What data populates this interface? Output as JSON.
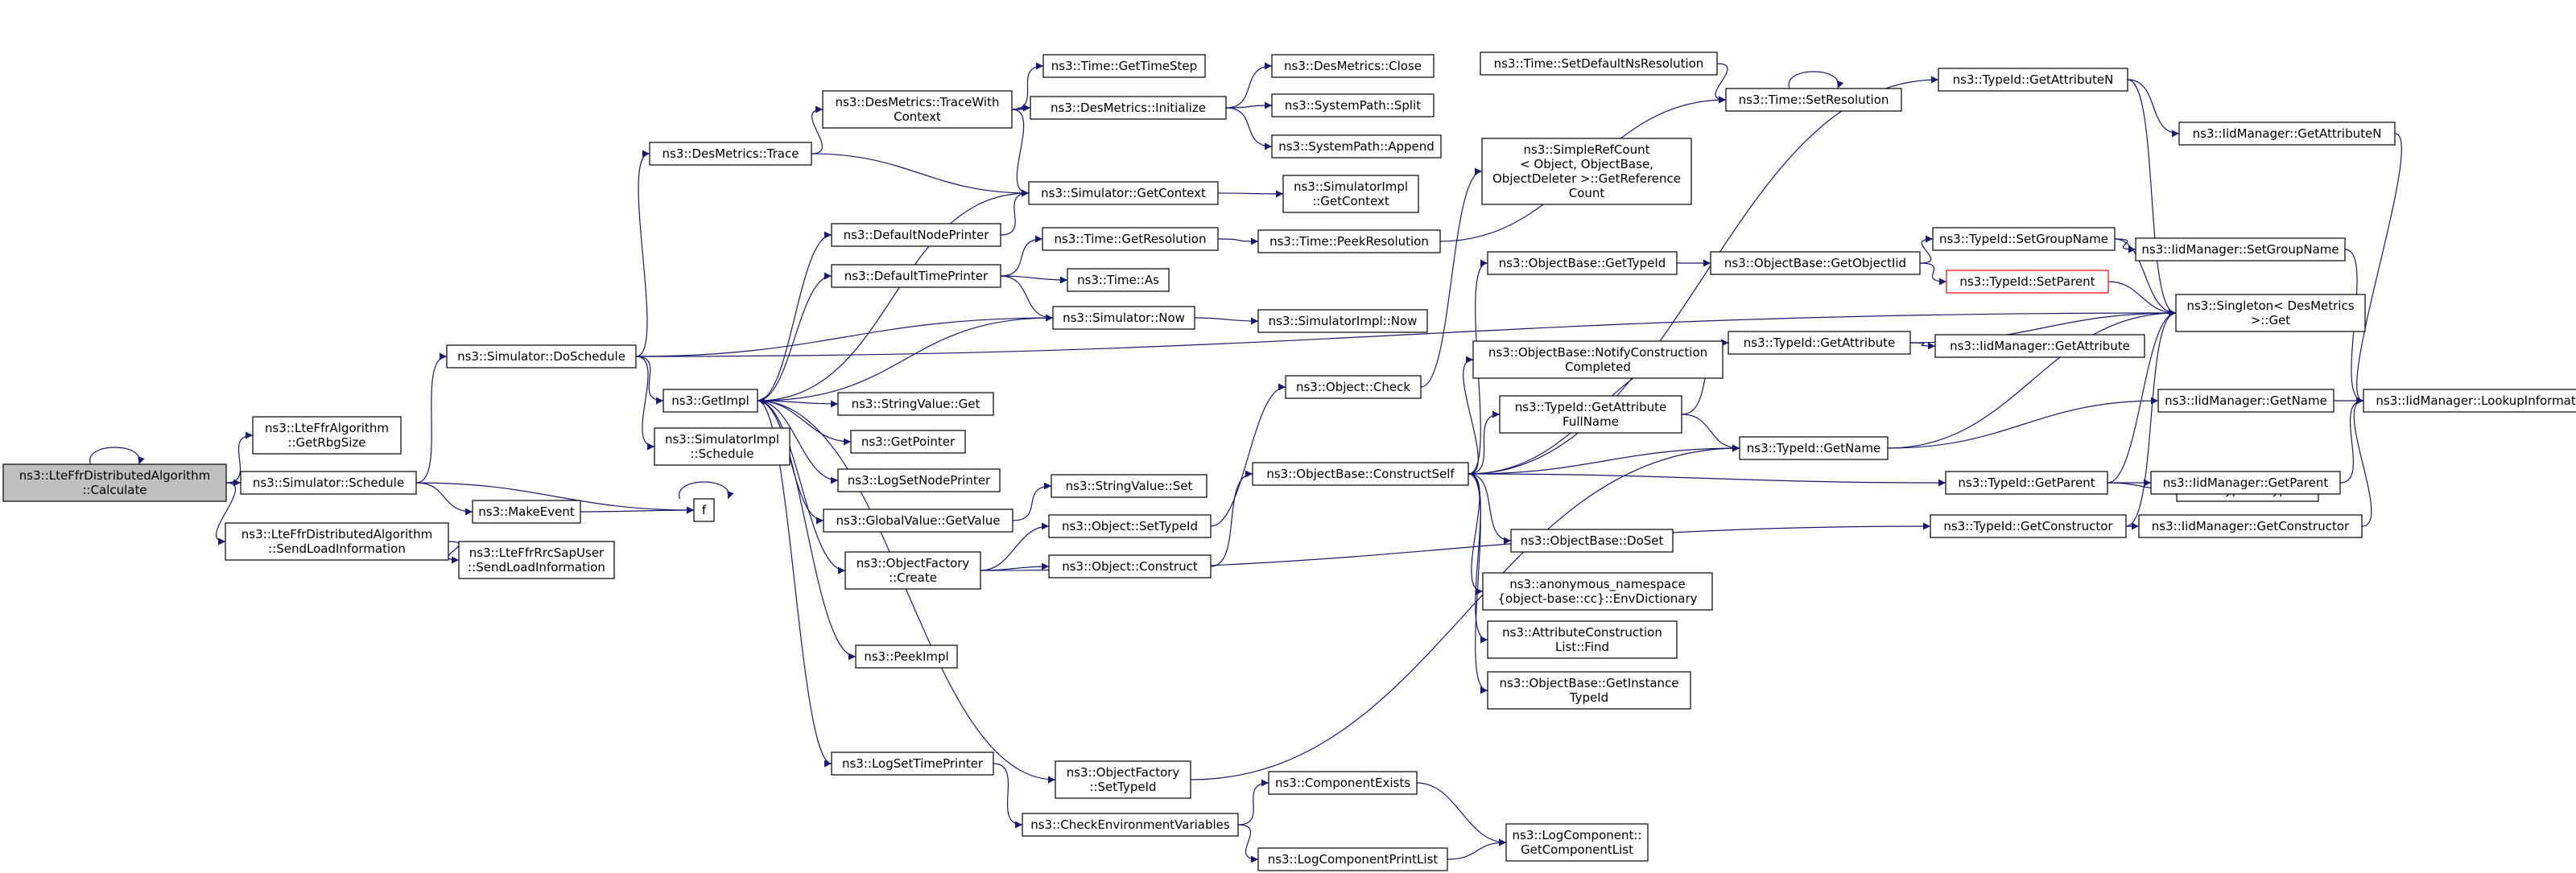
{
  "nodes": [
    {
      "id": "calculate",
      "lines": [
        "ns3::LteFfrDistributedAlgorithm",
        "::Calculate"
      ],
      "style": "root"
    },
    {
      "id": "getrbgsize",
      "lines": [
        "ns3::LteFfrAlgorithm",
        "::GetRbgSize"
      ]
    },
    {
      "id": "schedule",
      "lines": [
        "ns3::Simulator::Schedule"
      ]
    },
    {
      "id": "sendload",
      "lines": [
        "ns3::LteFfrDistributedAlgorithm",
        "::SendLoadInformation"
      ]
    },
    {
      "id": "doschedule",
      "lines": [
        "ns3::Simulator::DoSchedule"
      ]
    },
    {
      "id": "makeevent",
      "lines": [
        "ns3::MakeEvent"
      ]
    },
    {
      "id": "f",
      "lines": [
        "f"
      ]
    },
    {
      "id": "rrcsapsend",
      "lines": [
        "ns3::LteFfrRrcSapUser",
        "::SendLoadInformation"
      ]
    },
    {
      "id": "destrace",
      "lines": [
        "ns3::DesMetrics::Trace"
      ]
    },
    {
      "id": "getimpl",
      "lines": [
        "ns3::GetImpl"
      ]
    },
    {
      "id": "simimplschedule",
      "lines": [
        "ns3::SimulatorImpl",
        "::Schedule"
      ]
    },
    {
      "id": "tracewith",
      "lines": [
        "ns3::DesMetrics::TraceWith",
        "Context"
      ]
    },
    {
      "id": "getcontext",
      "lines": [
        "ns3::Simulator::GetContext"
      ]
    },
    {
      "id": "gettimestep",
      "lines": [
        "ns3::Time::GetTimeStep"
      ]
    },
    {
      "id": "desinit",
      "lines": [
        "ns3::DesMetrics::Initialize"
      ]
    },
    {
      "id": "desclose",
      "lines": [
        "ns3::DesMetrics::Close"
      ]
    },
    {
      "id": "split",
      "lines": [
        "ns3::SystemPath::Split"
      ]
    },
    {
      "id": "append",
      "lines": [
        "ns3::SystemPath::Append"
      ]
    },
    {
      "id": "simimplgetcontext",
      "lines": [
        "ns3::SimulatorImpl",
        "::GetContext"
      ]
    },
    {
      "id": "defaultnode",
      "lines": [
        "ns3::DefaultNodePrinter"
      ]
    },
    {
      "id": "defaulttime",
      "lines": [
        "ns3::DefaultTimePrinter"
      ]
    },
    {
      "id": "getres",
      "lines": [
        "ns3::Time::GetResolution"
      ]
    },
    {
      "id": "peekres",
      "lines": [
        "ns3::Time::PeekResolution"
      ]
    },
    {
      "id": "timeas",
      "lines": [
        "ns3::Time::As"
      ]
    },
    {
      "id": "simnow",
      "lines": [
        "ns3::Simulator::Now"
      ]
    },
    {
      "id": "simimplnow",
      "lines": [
        "ns3::SimulatorImpl::Now"
      ]
    },
    {
      "id": "strget",
      "lines": [
        "ns3::StringValue::Get"
      ]
    },
    {
      "id": "getpointer",
      "lines": [
        "ns3::GetPointer"
      ]
    },
    {
      "id": "logsetnode",
      "lines": [
        "ns3::LogSetNodePrinter"
      ]
    },
    {
      "id": "globalget",
      "lines": [
        "ns3::GlobalValue::GetValue"
      ]
    },
    {
      "id": "strset",
      "lines": [
        "ns3::StringValue::Set"
      ]
    },
    {
      "id": "objfactcreate",
      "lines": [
        "ns3::ObjectFactory",
        "::Create"
      ]
    },
    {
      "id": "objsettypeid",
      "lines": [
        "ns3::Object::SetTypeId"
      ]
    },
    {
      "id": "objconstruct",
      "lines": [
        "ns3::Object::Construct"
      ]
    },
    {
      "id": "peekimpl",
      "lines": [
        "ns3::PeekImpl"
      ]
    },
    {
      "id": "logsettime",
      "lines": [
        "ns3::LogSetTimePrinter"
      ]
    },
    {
      "id": "objfactsettypeid",
      "lines": [
        "ns3::ObjectFactory",
        "::SetTypeId"
      ]
    },
    {
      "id": "checkenv",
      "lines": [
        "ns3::CheckEnvironmentVariables"
      ]
    },
    {
      "id": "compexists",
      "lines": [
        "ns3::ComponentExists"
      ]
    },
    {
      "id": "logcompprint",
      "lines": [
        "ns3::LogComponentPrintList"
      ]
    },
    {
      "id": "getcomplist",
      "lines": [
        "ns3::LogComponent::",
        "GetComponentList"
      ]
    },
    {
      "id": "objcheck",
      "lines": [
        "ns3::Object::Check"
      ]
    },
    {
      "id": "constructself",
      "lines": [
        "ns3::ObjectBase::ConstructSelf"
      ]
    },
    {
      "id": "setdefaultns",
      "lines": [
        "ns3::Time::SetDefaultNsResolution"
      ]
    },
    {
      "id": "setres",
      "lines": [
        "ns3::Time::SetResolution"
      ]
    },
    {
      "id": "simplerefcount",
      "lines": [
        "ns3::SimpleRefCount",
        "< Object, ObjectBase,",
        "ObjectDeleter >::GetReference",
        "Count"
      ]
    },
    {
      "id": "obgettypeid",
      "lines": [
        "ns3::ObjectBase::GetTypeId"
      ]
    },
    {
      "id": "obgetobjectiid",
      "lines": [
        "ns3::ObjectBase::GetObjectIid"
      ]
    },
    {
      "id": "notifycc",
      "lines": [
        "ns3::ObjectBase::NotifyConstruction",
        "Completed"
      ]
    },
    {
      "id": "getattrfullname",
      "lines": [
        "ns3::TypeId::GetAttribute",
        "FullName"
      ]
    },
    {
      "id": "dosetob",
      "lines": [
        "ns3::ObjectBase::DoSet"
      ]
    },
    {
      "id": "envdict",
      "lines": [
        "ns3::anonymous_namespace",
        "{object-base::cc}::EnvDictionary"
      ]
    },
    {
      "id": "attrcfind",
      "lines": [
        "ns3::AttributeConstruction",
        "List::Find"
      ]
    },
    {
      "id": "getinstancetid",
      "lines": [
        "ns3::ObjectBase::GetInstance",
        "TypeId"
      ]
    },
    {
      "id": "tidgetattr",
      "lines": [
        "ns3::TypeId::GetAttribute"
      ]
    },
    {
      "id": "tidgetname",
      "lines": [
        "ns3::TypeId::GetName"
      ]
    },
    {
      "id": "tidsetgroup",
      "lines": [
        "ns3::TypeId::SetGroupName"
      ]
    },
    {
      "id": "tidsetparent",
      "lines": [
        "ns3::TypeId::SetParent"
      ],
      "style": "red"
    },
    {
      "id": "tidgetattrn",
      "lines": [
        "ns3::TypeId::GetAttributeN"
      ]
    },
    {
      "id": "tidgetparent",
      "lines": [
        "ns3::TypeId::GetParent"
      ]
    },
    {
      "id": "tidgetctor",
      "lines": [
        "ns3::TypeId::GetConstructor"
      ]
    },
    {
      "id": "tidtypeid",
      "lines": [
        "ns3::TypeId::TypeId"
      ]
    },
    {
      "id": "singletonget",
      "lines": [
        "ns3::Singleton< DesMetrics",
        ">::Get"
      ]
    },
    {
      "id": "iidgetattrn",
      "lines": [
        "ns3::IidManager::GetAttributeN"
      ]
    },
    {
      "id": "iidsetgroup",
      "lines": [
        "ns3::IidManager::SetGroupName"
      ]
    },
    {
      "id": "iidgetattr",
      "lines": [
        "ns3::IidManager::GetAttribute"
      ]
    },
    {
      "id": "iidgetname",
      "lines": [
        "ns3::IidManager::GetName"
      ]
    },
    {
      "id": "iidgetparent",
      "lines": [
        "ns3::IidManager::GetParent"
      ]
    },
    {
      "id": "iidgetctor",
      "lines": [
        "ns3::IidManager::GetConstructor"
      ]
    },
    {
      "id": "iidlookup",
      "lines": [
        "ns3::IidManager::LookupInformation"
      ]
    }
  ],
  "edges": [
    [
      "calculate",
      "calculate"
    ],
    [
      "calculate",
      "getrbgsize"
    ],
    [
      "calculate",
      "schedule"
    ],
    [
      "calculate",
      "sendload"
    ],
    [
      "schedule",
      "doschedule"
    ],
    [
      "schedule",
      "makeevent"
    ],
    [
      "schedule",
      "f"
    ],
    [
      "makeevent",
      "f"
    ],
    [
      "f",
      "f"
    ],
    [
      "sendload",
      "rrcsapsend"
    ],
    [
      "doschedule",
      "destrace"
    ],
    [
      "doschedule",
      "getimpl"
    ],
    [
      "doschedule",
      "simimplschedule"
    ],
    [
      "doschedule",
      "simnow"
    ],
    [
      "doschedule",
      "singletonget"
    ],
    [
      "destrace",
      "tracewith"
    ],
    [
      "destrace",
      "getcontext"
    ],
    [
      "tracewith",
      "gettimestep"
    ],
    [
      "tracewith",
      "desinit"
    ],
    [
      "tracewith",
      "getcontext"
    ],
    [
      "desinit",
      "desclose"
    ],
    [
      "desinit",
      "split"
    ],
    [
      "desinit",
      "append"
    ],
    [
      "getcontext",
      "simimplgetcontext"
    ],
    [
      "getcontext",
      "getimpl"
    ],
    [
      "getimpl",
      "defaultnode"
    ],
    [
      "getimpl",
      "defaulttime"
    ],
    [
      "getimpl",
      "strget"
    ],
    [
      "getimpl",
      "getpointer"
    ],
    [
      "getimpl",
      "logsetnode"
    ],
    [
      "getimpl",
      "globalget"
    ],
    [
      "getimpl",
      "objfactcreate"
    ],
    [
      "getimpl",
      "peekimpl"
    ],
    [
      "getimpl",
      "logsettime"
    ],
    [
      "getimpl",
      "objfactsettypeid"
    ],
    [
      "defaultnode",
      "getcontext"
    ],
    [
      "defaulttime",
      "getres"
    ],
    [
      "defaulttime",
      "timeas"
    ],
    [
      "defaulttime",
      "simnow"
    ],
    [
      "getres",
      "peekres"
    ],
    [
      "peekres",
      "setres"
    ],
    [
      "simnow",
      "simimplnow"
    ],
    [
      "simnow",
      "getimpl"
    ],
    [
      "globalget",
      "strset"
    ],
    [
      "objfactcreate",
      "objsettypeid"
    ],
    [
      "objfactcreate",
      "objconstruct"
    ],
    [
      "objfactcreate",
      "tidgetctor"
    ],
    [
      "objsettypeid",
      "objcheck"
    ],
    [
      "objconstruct",
      "constructself"
    ],
    [
      "logsettime",
      "checkenv"
    ],
    [
      "checkenv",
      "compexists"
    ],
    [
      "checkenv",
      "logcompprint"
    ],
    [
      "compexists",
      "getcomplist"
    ],
    [
      "logcompprint",
      "getcomplist"
    ],
    [
      "objfactsettypeid",
      "tidgetname"
    ],
    [
      "objcheck",
      "simplerefcount"
    ],
    [
      "setdefaultns",
      "setres"
    ],
    [
      "setres",
      "setres"
    ],
    [
      "constructself",
      "obgettypeid"
    ],
    [
      "constructself",
      "notifycc"
    ],
    [
      "constructself",
      "getattrfullname"
    ],
    [
      "constructself",
      "tidgetname"
    ],
    [
      "constructself",
      "tidgetparent"
    ],
    [
      "constructself",
      "dosetob"
    ],
    [
      "constructself",
      "envdict"
    ],
    [
      "constructself",
      "attrcfind"
    ],
    [
      "constructself",
      "getinstancetid"
    ],
    [
      "constructself",
      "tidgetattr"
    ],
    [
      "constructself",
      "tidgetattrn"
    ],
    [
      "obgettypeid",
      "obgetobjectiid"
    ],
    [
      "obgetobjectiid",
      "tidsetgroup"
    ],
    [
      "obgetobjectiid",
      "tidsetparent"
    ],
    [
      "getattrfullname",
      "tidgetattr"
    ],
    [
      "getattrfullname",
      "tidgetname"
    ],
    [
      "tidgetattr",
      "singletonget"
    ],
    [
      "tidgetattr",
      "iidgetattr"
    ],
    [
      "tidgetname",
      "singletonget"
    ],
    [
      "tidgetname",
      "iidgetname"
    ],
    [
      "tidsetgroup",
      "singletonget"
    ],
    [
      "tidsetgroup",
      "iidsetgroup"
    ],
    [
      "tidsetparent",
      "singletonget"
    ],
    [
      "tidgetattrn",
      "singletonget"
    ],
    [
      "tidgetattrn",
      "iidgetattrn"
    ],
    [
      "tidgetparent",
      "tidtypeid"
    ],
    [
      "tidgetparent",
      "singletonget"
    ],
    [
      "tidgetparent",
      "iidgetparent"
    ],
    [
      "tidgetctor",
      "singletonget"
    ],
    [
      "tidgetctor",
      "iidgetctor"
    ],
    [
      "iidgetattrn",
      "iidlookup"
    ],
    [
      "iidsetgroup",
      "iidlookup"
    ],
    [
      "iidgetname",
      "iidlookup"
    ],
    [
      "iidgetparent",
      "iidlookup"
    ],
    [
      "iidgetctor",
      "iidlookup"
    ]
  ]
}
